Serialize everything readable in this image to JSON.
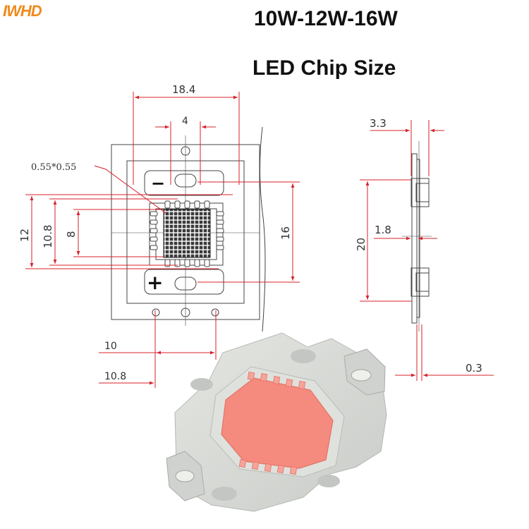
{
  "brand": {
    "logo_text": "IWHD",
    "color": "#f08a1c"
  },
  "title": {
    "line1": "10W-12W-16W",
    "line2": "LED Chip Size"
  },
  "colors": {
    "dimension": "#d8202a",
    "outline": "#444444",
    "chip": "#f58a7f",
    "body": "#d9dcd8"
  },
  "front_view": {
    "labels": {
      "width_outer": "18.4",
      "width_center": "4",
      "pad_size": "0.55*0.55",
      "height_12": "12",
      "height_108": "10.8",
      "height_8": "8",
      "height_16": "16",
      "bottom_10": "10",
      "bottom_108": "10.8",
      "minus": "−",
      "plus": "+"
    }
  },
  "side_view": {
    "labels": {
      "thickness_top": "3.3",
      "height_20": "20",
      "mid_18": "1.8",
      "bottom_03": "0.3"
    }
  }
}
